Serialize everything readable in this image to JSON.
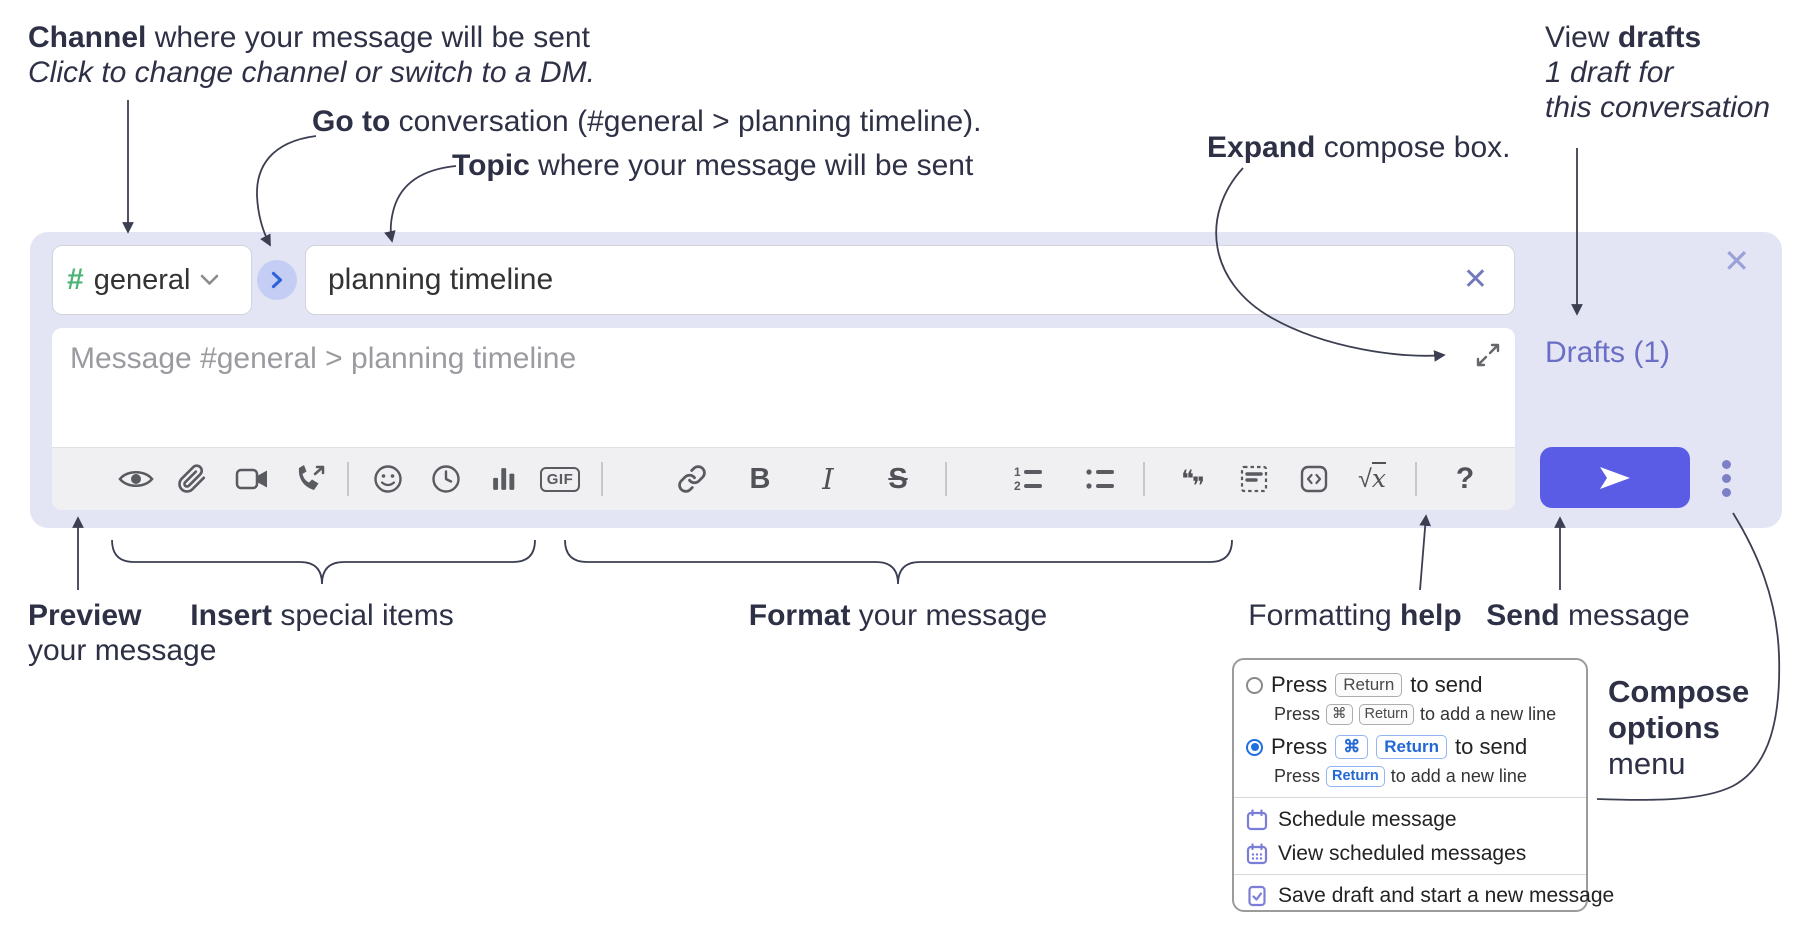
{
  "annotations": {
    "channel": {
      "bold": "Channel",
      "rest": " where your message will be sent",
      "sub": "Click to change channel or switch to a DM."
    },
    "goto": {
      "bold": "Go to",
      "rest": " conversation (#general > planning timeline)."
    },
    "topic": {
      "bold": "Topic",
      "rest": " where your message will be sent"
    },
    "expand": {
      "bold": "Expand",
      "rest": " compose box."
    },
    "view_drafts": {
      "pre": "View ",
      "bold": "drafts",
      "line2": "1 draft for",
      "line3": "this conversation"
    },
    "preview": {
      "bold": "Preview",
      "line2": "your message"
    },
    "insert": {
      "bold": "Insert",
      "rest": " special items"
    },
    "format": {
      "bold": "Format",
      "rest": " your message"
    },
    "formatting_help": {
      "pre": "Formatting ",
      "bold": "help"
    },
    "send": {
      "bold": "Send",
      "rest": " message"
    },
    "compose_options": {
      "line1": "Compose",
      "line2": "options",
      "line3": "menu"
    }
  },
  "compose": {
    "channel": {
      "hash": "#",
      "name": "general"
    },
    "topic_value": "planning timeline",
    "message_placeholder": "Message #general > planning timeline",
    "drafts_link": "Drafts (1)",
    "close_icon": "✕",
    "clear_icon": "✕",
    "toolbar_glyphs": {
      "bold": "B",
      "italic": "I",
      "strike": "S",
      "gif": "GIF",
      "quote_open": "❝",
      "quote_close": "❞",
      "math_root": "√",
      "math_x": "x",
      "help": "?"
    },
    "toolbar_icons": [
      "preview-eye",
      "attach-file",
      "video-call",
      "voice-call",
      "emoji",
      "time",
      "poll",
      "gif",
      "link",
      "bold",
      "italic",
      "strikethrough",
      "numbered-list",
      "bulleted-list",
      "quote",
      "spoiler",
      "code",
      "math",
      "help"
    ]
  },
  "popup": {
    "option1": {
      "pre": "Press",
      "kbd": "Return",
      "post": "to send",
      "sub_pre": "Press",
      "sub_kbd1": "⌘",
      "sub_kbd2": "Return",
      "sub_post": "to add a new line"
    },
    "option2": {
      "pre": "Press",
      "kbd1": "⌘",
      "kbd2": "Return",
      "post": "to send",
      "sub_pre": "Press",
      "sub_kbd": "Return",
      "sub_post": "to add a new line"
    },
    "items": {
      "schedule": "Schedule message",
      "view_scheduled": "View scheduled messages",
      "save_draft": "Save draft and start a new message"
    }
  },
  "colors": {
    "panel": "#e3e5f4",
    "accent": "#5b5ce6",
    "drafts_link": "#6a6ec5",
    "hash_green": "#4db477",
    "goto_circle_bg": "#c4cef5",
    "goto_chevron": "#2f62d9",
    "popup_icon_purple": "#7b7ed9",
    "kbd_blue": "#2468d6",
    "radio_selected": "#1f6fe0",
    "annotation_ink": "#2e3146"
  }
}
